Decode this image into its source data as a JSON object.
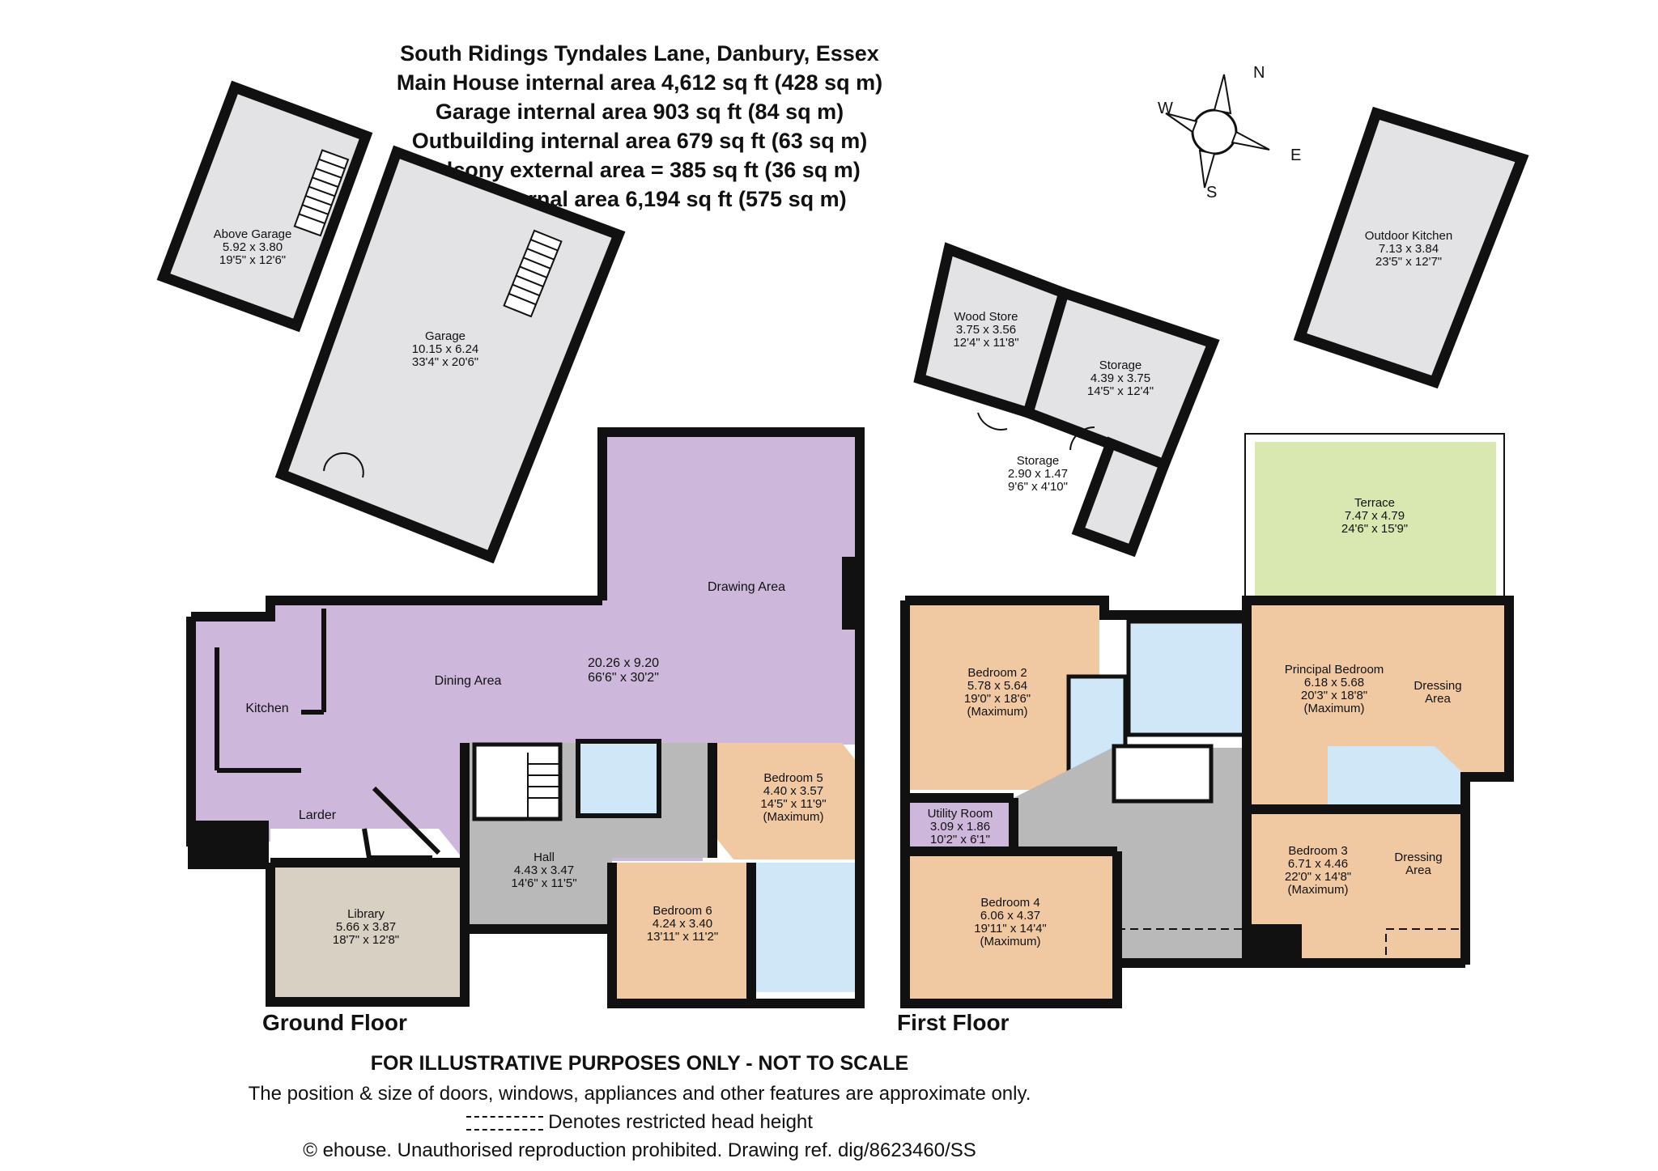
{
  "header": {
    "address": "South Ridings Tyndales Lane, Danbury, Essex",
    "main_house": "Main House internal area 4,612 sq ft (428 sq m)",
    "garage": "Garage internal area 903 sq ft (84 sq m)",
    "outbuilding": "Outbuilding internal area 679 sq ft (63 sq m)",
    "balcony": "Balcony external area = 385 sq ft (36 sq m)",
    "total": "Total internal area 6,194 sq ft (575 sq m)"
  },
  "compass": {
    "n": "N",
    "e": "E",
    "s": "S",
    "w": "W"
  },
  "rooms": {
    "above_garage": {
      "name": "Above Garage",
      "metric": "5.92 x 3.80",
      "imperial": "19'5\" x 12'6\""
    },
    "garage": {
      "name": "Garage",
      "metric": "10.15 x 6.24",
      "imperial": "33'4\" x 20'6\""
    },
    "wood_store": {
      "name": "Wood Store",
      "metric": "3.75 x 3.56",
      "imperial": "12'4\" x 11'8\""
    },
    "storage_large": {
      "name": "Storage",
      "metric": "4.39 x 3.75",
      "imperial": "14'5\" x 12'4\""
    },
    "storage_small": {
      "name": "Storage",
      "metric": "2.90 x 1.47",
      "imperial": "9'6\" x 4'10\""
    },
    "outdoor_kitchen": {
      "name": "Outdoor Kitchen",
      "metric": "7.13 x 3.84",
      "imperial": "23'5\" x 12'7\""
    },
    "terrace": {
      "name": "Terrace",
      "metric": "7.47 x 4.79",
      "imperial": "24'6\" x 15'9\""
    },
    "drawing_area": {
      "name": "Drawing Area"
    },
    "dining_area": {
      "name": "Dining Area",
      "metric": "20.26 x 9.20",
      "imperial": "66'6\" x 30'2\""
    },
    "kitchen": {
      "name": "Kitchen"
    },
    "larder": {
      "name": "Larder"
    },
    "hall": {
      "name": "Hall",
      "metric": "4.43 x 3.47",
      "imperial": "14'6\" x 11'5\""
    },
    "library": {
      "name": "Library",
      "metric": "5.66 x 3.87",
      "imperial": "18'7\" x 12'8\""
    },
    "bedroom5": {
      "name": "Bedroom 5",
      "metric": "4.40 x 3.57",
      "imperial": "14'5\" x 11'9\"",
      "note": "(Maximum)"
    },
    "bedroom6": {
      "name": "Bedroom 6",
      "metric": "4.24 x 3.40",
      "imperial": "13'11\" x 11'2\""
    },
    "bedroom2": {
      "name": "Bedroom 2",
      "metric": "5.78 x 5.64",
      "imperial": "19'0\" x 18'6\"",
      "note": "(Maximum)"
    },
    "utility": {
      "name": "Utility Room",
      "metric": "3.09 x 1.86",
      "imperial": "10'2\" x 6'1\""
    },
    "bedroom4": {
      "name": "Bedroom 4",
      "metric": "6.06 x 4.37",
      "imperial": "19'11\" x 14'4\"",
      "note": "(Maximum)"
    },
    "principal": {
      "name": "Principal Bedroom",
      "metric": "6.18 x 5.68",
      "imperial": "20'3\" x 18'8\"",
      "note": "(Maximum)"
    },
    "dressing1": {
      "name": "Dressing",
      "name2": "Area"
    },
    "bedroom3": {
      "name": "Bedroom 3",
      "metric": "6.71 x 4.46",
      "imperial": "22'0\" x 14'8\"",
      "note": "(Maximum)"
    },
    "dressing2": {
      "name": "Dressing",
      "name2": "Area"
    }
  },
  "floors": {
    "ground": "Ground Floor",
    "first": "First Floor"
  },
  "footer": {
    "warning": "FOR ILLUSTRATIVE PURPOSES ONLY - NOT TO SCALE",
    "note": "The position & size of doors, windows, appliances and other features are approximate only.",
    "restricted": "Denotes restricted head height",
    "copyright": "© ehouse. Unauthorised reproduction prohibited. Drawing ref. dig/8623460/SS"
  },
  "colors": {
    "wall": "#111111",
    "outbuilding": "#e3e3e5",
    "living": "#cdb8db",
    "bedroom": "#f0c9a2",
    "bathroom": "#cfe7f6",
    "circulation": "#b9b9b9",
    "library": "#d8d0c2",
    "terrace": "#d9e8b0"
  }
}
